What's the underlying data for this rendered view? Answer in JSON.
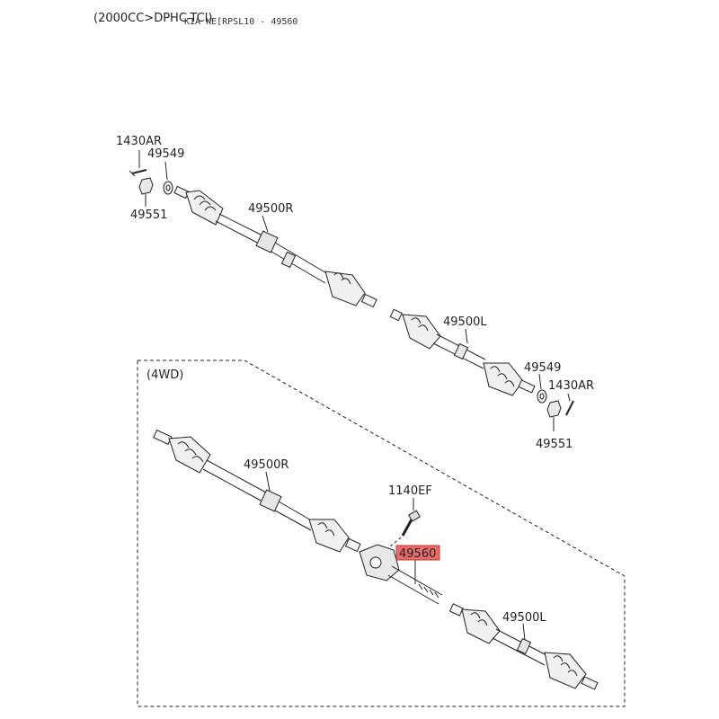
{
  "header": {
    "engine_note": "(2000CC>DPHC-TCI)",
    "part_ref": "KIA KE[RPSL10 - 49560"
  },
  "wd_section": {
    "label": "(4WD)"
  },
  "upper_assembly": {
    "labels": {
      "pin_left": "1430AR",
      "washer_left": "49549",
      "nut_left": "49551",
      "shaft_right": "49500R",
      "shaft_left": "49500L",
      "washer_right": "49549",
      "pin_right": "1430AR",
      "nut_right": "49551"
    }
  },
  "lower_assembly": {
    "labels": {
      "shaft_right": "49500R",
      "bolt": "1140EF",
      "bearing": "49560",
      "shaft_left": "49500L"
    }
  },
  "colors": {
    "line": "#222222",
    "highlight_fill": "#e96b6b",
    "highlight_border": "#c0392b",
    "part_fill": "#f4f4f4",
    "part_dark": "#cccccc"
  }
}
